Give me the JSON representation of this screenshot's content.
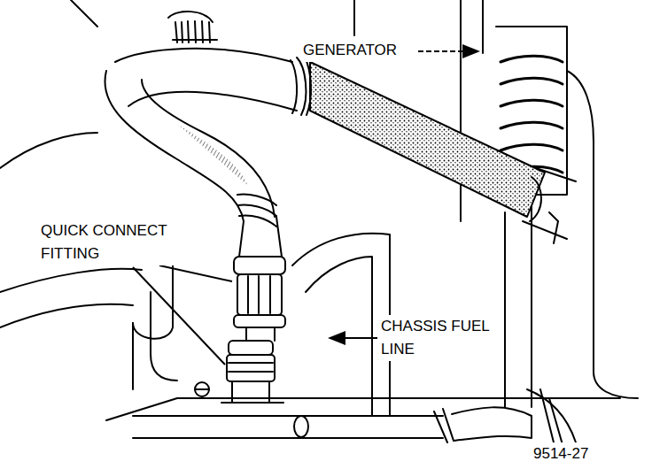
{
  "diagram": {
    "labels": [
      "GENERATOR",
      "QUICK CONNECT FITTING",
      "CHASSIS FUEL LINE",
      "9514-27"
    ]
  }
}
